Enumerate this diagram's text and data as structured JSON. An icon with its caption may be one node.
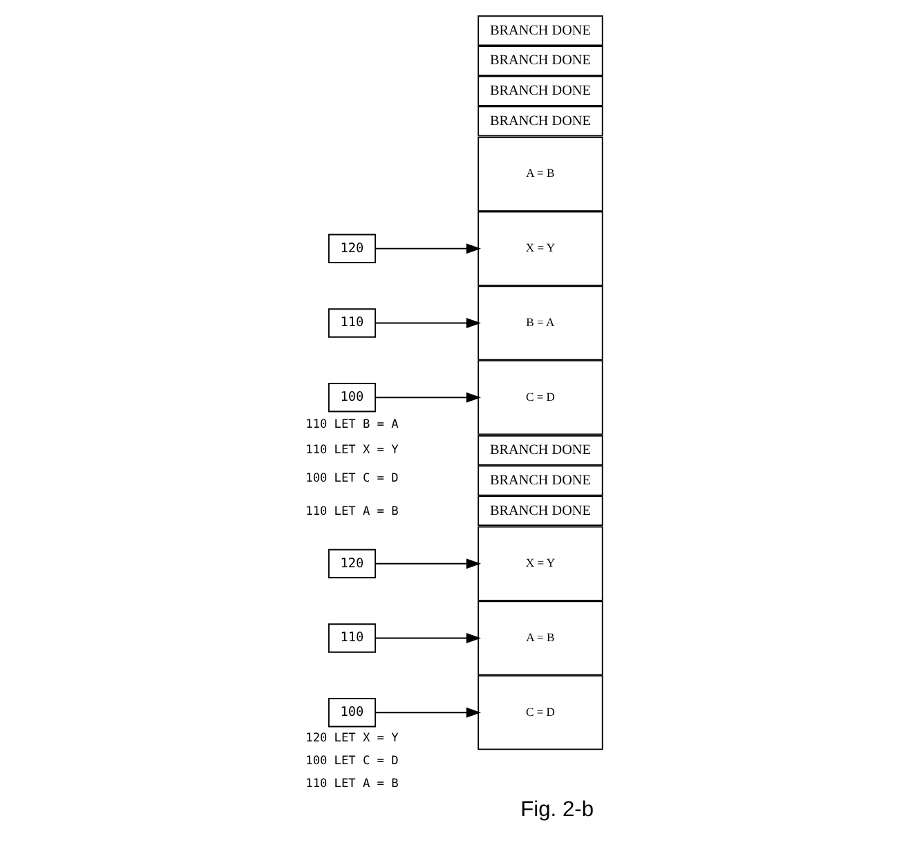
{
  "diagram": {
    "caption": "Fig. 2-b",
    "nodes": [
      {
        "text": [
          "100"
        ]
      },
      {
        "text": [
          "110"
        ]
      },
      {
        "text": [
          "120"
        ]
      },
      {
        "text": [
          "A = B"
        ]
      },
      {
        "text": [
          "BRANCH DONE"
        ]
      },
      {
        "text": [
          "C = D"
        ]
      },
      {
        "text": [
          "BRANCH DONE"
        ]
      },
      {
        "text": [
          "X = Y"
        ]
      },
      {
        "text": [
          "BRANCH DONE"
        ]
      },
      {
        "text": [
          "100"
        ]
      },
      {
        "text": [
          "110"
        ]
      },
      {
        "text": [
          "120"
        ]
      },
      {
        "text": [
          "A = B"
        ]
      },
      {
        "text": [
          "BRANCH DONE"
        ]
      },
      {
        "text": [
          "C = D"
        ]
      },
      {
        "text": [
          "BRANCH DONE"
        ]
      },
      {
        "text": [
          "X = Y"
        ]
      },
      {
        "text": [
          "BRANCH DONE"
        ]
      },
      {
        "text": [
          "B = A"
        ]
      },
      {
        "text": [
          "BRANCH DONE"
        ]
      }
    ],
    "edges": [
      {
        "from": 0,
        "to": 5,
        "arrow": "to"
      },
      {
        "from": 1,
        "to": 3,
        "arrow": "to"
      },
      {
        "from": 2,
        "to": 7,
        "arrow": "to"
      },
      {
        "from": 9,
        "to": 14,
        "arrow": "to"
      },
      {
        "from": 10,
        "to": 18,
        "arrow": "to"
      },
      {
        "from": 11,
        "to": 16,
        "arrow": "to"
      }
    ],
    "labels": [
      "110 LET A = B",
      "100 LET C = D",
      "120 LET X = Y",
      "110 LET A = B",
      "100 LET C = D",
      "110 LET X = Y",
      "110 LET B = A"
    ]
  }
}
